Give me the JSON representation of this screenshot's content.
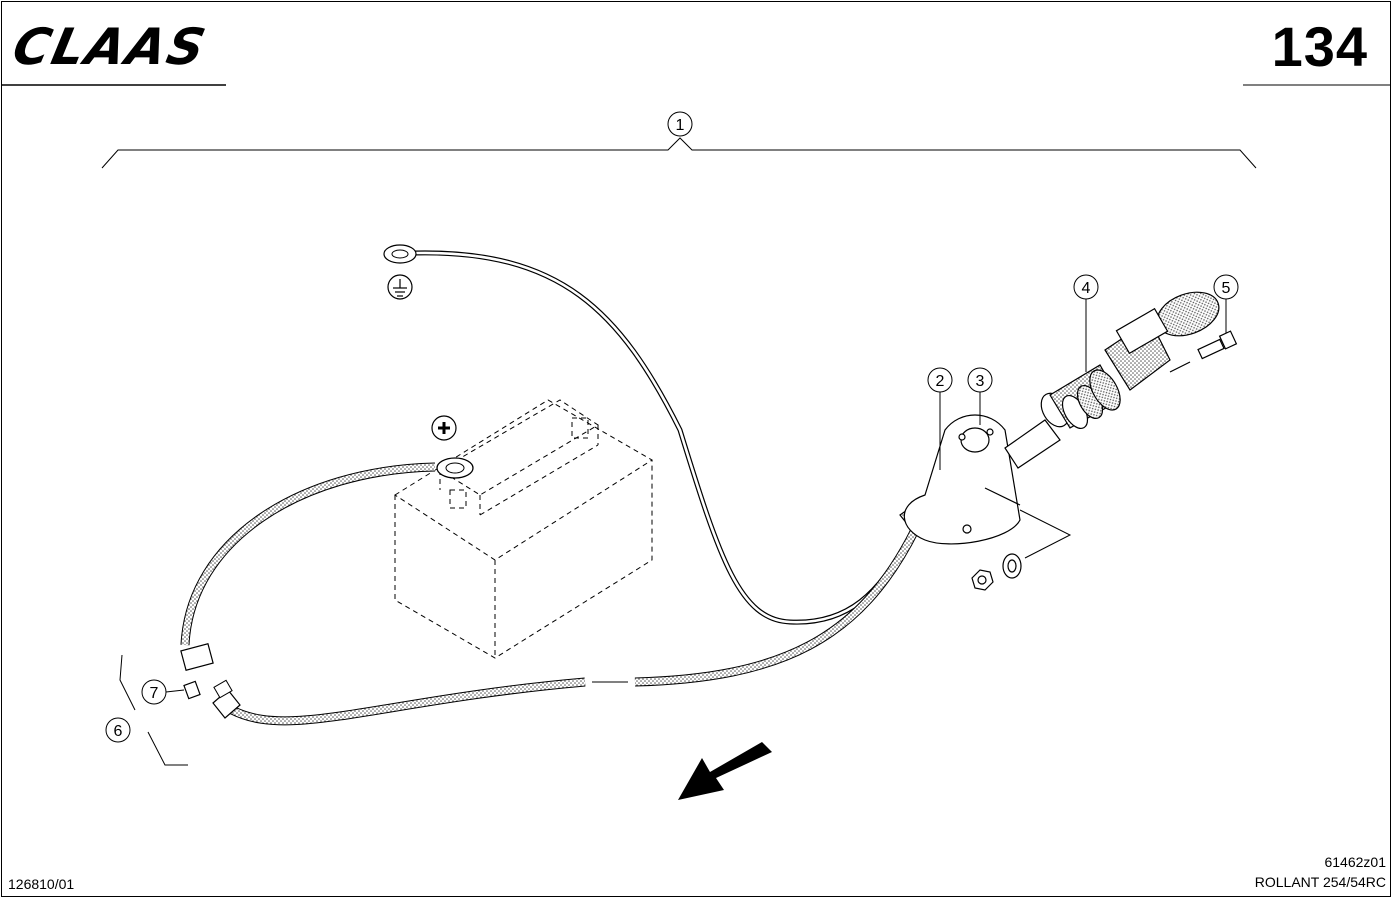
{
  "header": {
    "logo_text": "CLAAS",
    "page_number": "134"
  },
  "callouts": [
    "1",
    "2",
    "3",
    "4",
    "5",
    "6",
    "7"
  ],
  "symbols": {
    "ground": "ground-icon",
    "positive": "plus-icon"
  },
  "footer": {
    "document_code": "126810/01",
    "figure_code": "61462z01",
    "model": "ROLLANT 254/54RC"
  }
}
